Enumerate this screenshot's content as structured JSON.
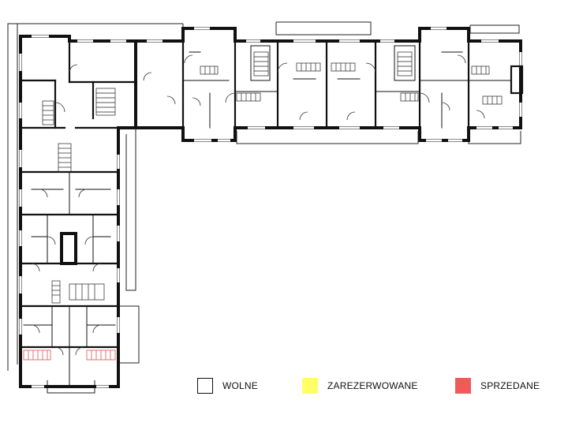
{
  "legend": {
    "items": [
      {
        "label": "WOLNE",
        "fill": "#ffffff",
        "border": "#111111"
      },
      {
        "label": "ZAREZERWOWANE",
        "fill": "#ffff66",
        "border": "#ffff66"
      },
      {
        "label": "SPRZEDANE",
        "fill": "#f25a5a",
        "border": "#f25a5a"
      }
    ]
  },
  "colors": {
    "wall": "#111111",
    "sold_unit": "#e05050",
    "background": "#ffffff"
  }
}
